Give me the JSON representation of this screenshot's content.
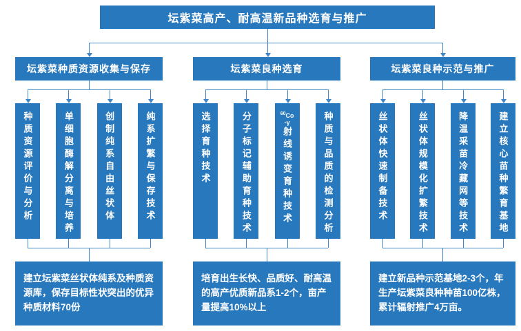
{
  "chart": {
    "root": "坛紫菜高产、耐高温新品种选育与推广",
    "groups": [
      {
        "title": "坛紫菜种质资源收集与保存",
        "items": [
          {
            "label": "种质资源评价与分析"
          },
          {
            "label": "单细胞酶解分离与培养"
          },
          {
            "label": "创制纯系自由丝状体"
          },
          {
            "label": "纯系扩繁与保存技术"
          }
        ],
        "outcome": "建立坛紫菜丝状体纯系及种质资源库，保存目标性状突出的优异种质材料70份"
      },
      {
        "title": "坛紫菜良种选育",
        "items": [
          {
            "label": "选择育种技术"
          },
          {
            "label": "分子标记辅助育种技术"
          },
          {
            "sup": "60",
            "co": "Co",
            "gamma": "-γ",
            "label": "射线诱变育种技术",
            "full_label": "⁶⁰Co-γ射线诱变育种技术"
          },
          {
            "label": "种质与品质的检测分析"
          }
        ],
        "outcome": "培育出生长快、品质好、耐高温的高产优质新品系1-2个，亩产量提高10%以上"
      },
      {
        "title": "坛紫菜良种示范与推广",
        "items": [
          {
            "label": "丝状体快速制备技术"
          },
          {
            "label": "丝状体规模化扩繁技术"
          },
          {
            "label": "降温采苗冷藏网等技术"
          },
          {
            "label": "建立核心苗种繁育基地"
          }
        ],
        "outcome": "建立新品种示范基地2-3个，年生产坛紫菜良种种苗100亿株，累计辐射推广4万亩。"
      }
    ],
    "colors": {
      "box_fill": "#2878BE",
      "connector": "#3E86C6",
      "text": "#FFFFFF"
    }
  }
}
